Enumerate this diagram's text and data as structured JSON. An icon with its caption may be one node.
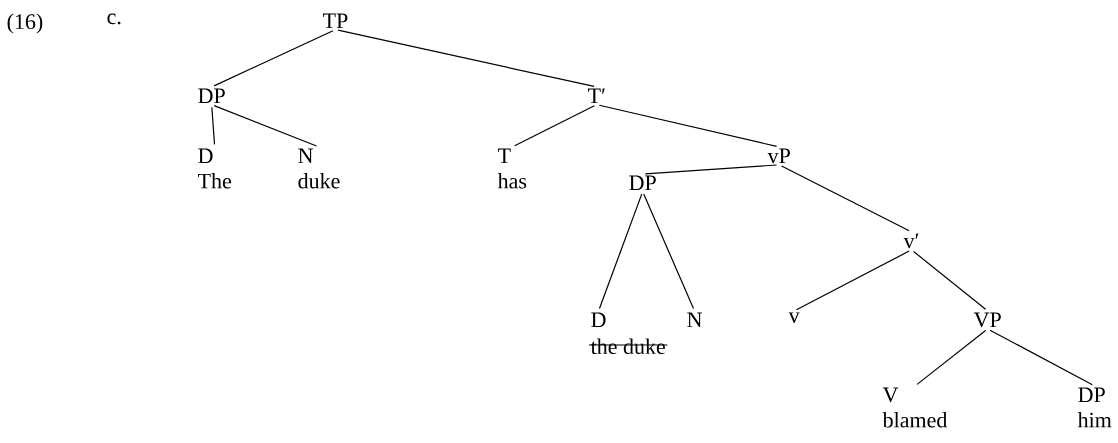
{
  "diagram": {
    "nodes": [
      {
        "text": [
          "TP"
        ]
      },
      {
        "text": [
          "DP"
        ]
      },
      {
        "text": [
          "T′"
        ]
      },
      {
        "text": [
          "D",
          "The"
        ]
      },
      {
        "text": [
          "N",
          "duke"
        ]
      },
      {
        "text": [
          "T",
          "has"
        ]
      },
      {
        "text": [
          "vP"
        ]
      },
      {
        "text": [
          "DP"
        ]
      },
      {
        "text": [
          "v′"
        ]
      },
      {
        "text": [
          "D"
        ]
      },
      {
        "text": [
          "N"
        ]
      },
      {
        "text": [
          "v"
        ]
      },
      {
        "text": [
          "VP"
        ]
      },
      {
        "text": [
          "V",
          "blamed"
        ]
      },
      {
        "text": [
          "DP",
          "him"
        ]
      }
    ],
    "edges": [
      {
        "from": 0,
        "to": 1,
        "arrow": "none"
      },
      {
        "from": 0,
        "to": 2,
        "arrow": "none"
      },
      {
        "from": 1,
        "to": 3,
        "arrow": "none"
      },
      {
        "from": 1,
        "to": 4,
        "arrow": "none"
      },
      {
        "from": 2,
        "to": 5,
        "arrow": "none"
      },
      {
        "from": 2,
        "to": 6,
        "arrow": "none"
      },
      {
        "from": 6,
        "to": 7,
        "arrow": "none"
      },
      {
        "from": 6,
        "to": 8,
        "arrow": "none"
      },
      {
        "from": 7,
        "to": 9,
        "arrow": "none"
      },
      {
        "from": 7,
        "to": 10,
        "arrow": "none"
      },
      {
        "from": 8,
        "to": 11,
        "arrow": "none"
      },
      {
        "from": 8,
        "to": 12,
        "arrow": "none"
      },
      {
        "from": 12,
        "to": 13,
        "arrow": "none"
      },
      {
        "from": 12,
        "to": 14,
        "arrow": "none"
      }
    ],
    "labels": [
      "(16)",
      "c.",
      "the duke"
    ]
  }
}
